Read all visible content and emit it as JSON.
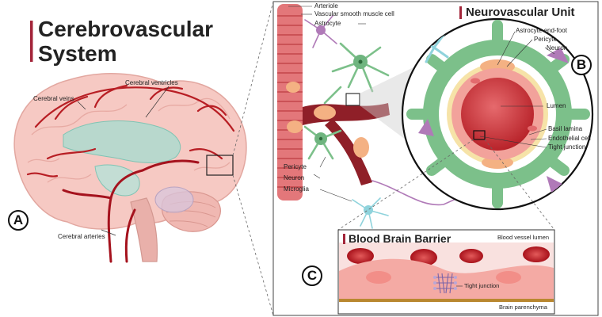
{
  "panel_a": {
    "title_line1": "Cerebrovascular",
    "title_line2": "System",
    "badge": "A",
    "labels": {
      "cerebral_veins": "Cerebral veins",
      "cerebral_ventricles": "Cerebral ventricles",
      "cerebral_arteries": "Cerebral arteries"
    }
  },
  "panel_b": {
    "title": "Neurovascular Unit",
    "badge": "B",
    "labels": {
      "arteriole": "Arteriole",
      "vascular_smooth_muscle_cell": "Vascular smooth muscle cell",
      "astrocyte": "Astrocyte",
      "pericyte_left": "Pericyte",
      "neuron_left": "Neuron",
      "microglia": "Microglia",
      "astrocyte_end_foot": "Astrocyte end-foot",
      "pericyte_right": "Pericyte",
      "neuron_right": "Neuron",
      "lumen": "Lumen",
      "basil_lamina": "Basil lamina",
      "endothelial_cell": "Endothelial cell",
      "tight_junction": "Tight junction"
    }
  },
  "panel_c": {
    "title": "Blood Brain Barrier",
    "badge": "C",
    "labels": {
      "blood_vessel_lumen": "Blood vessel lumen",
      "tight_junction": "Tight junction",
      "brain_parenchyma": "Brain parenchyma"
    }
  },
  "colors": {
    "accent": "#a3253a",
    "vessel_red": "#b81e24",
    "astrocyte_green": "#6fb57f",
    "pericyte_orange": "#f4b183",
    "neuron_purple": "#b07ab8",
    "microglia_cyan": "#8fd3dc"
  }
}
